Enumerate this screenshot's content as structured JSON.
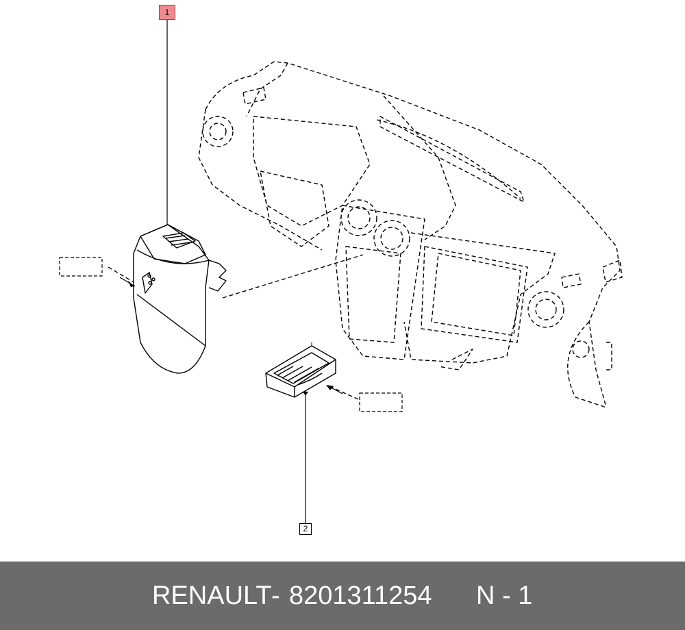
{
  "callouts": [
    {
      "number": "1",
      "highlight_color": "#f08a90"
    },
    {
      "number": "2"
    }
  ],
  "footer": {
    "brand": "RENAULT",
    "separator": "-",
    "part_number": "8201311254",
    "quantity": "N - 1",
    "background": "#6b6b6b",
    "text_color": "#ffffff"
  }
}
